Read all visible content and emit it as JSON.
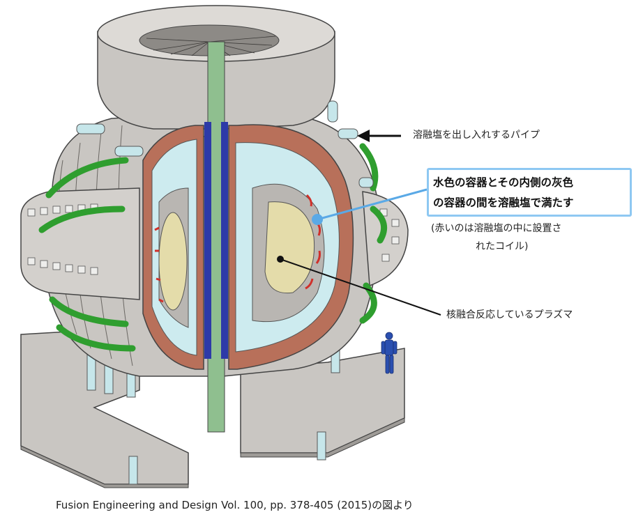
{
  "labels": {
    "pipe": "溶融塩を出し入れするパイプ",
    "callout_line1": "水色の容器とその内側の灰色",
    "callout_line2": "の容器の間を溶融塩で満たす",
    "coil_note_line1": "(赤いのは溶融塩の中に設置さ",
    "coil_note_line2": "れたコイル)",
    "plasma": "核融合反応しているプラズマ"
  },
  "caption": "Fusion Engineering and Design Vol. 100, pp. 378-405 (2015)の図より",
  "colors": {
    "structure_gray": "#c9c6c2",
    "dark_edge": "#555555",
    "blanket_brown": "#b8705a",
    "vessel_light_blue": "#cdebef",
    "plasma_beige": "#e4dcaa",
    "coil_green": "#2f9e2f",
    "center_column_green": "#8fbf8f",
    "center_stripe_blue": "#2d3aa8",
    "callout_border": "#8ec8f2",
    "callout_dot": "#5aa9e6",
    "internal_coil_red": "#d0302a",
    "person_blue": "#2a4fb0"
  },
  "icons": [
    "arrow-left-icon",
    "person-icon",
    "callout-dot-icon"
  ]
}
